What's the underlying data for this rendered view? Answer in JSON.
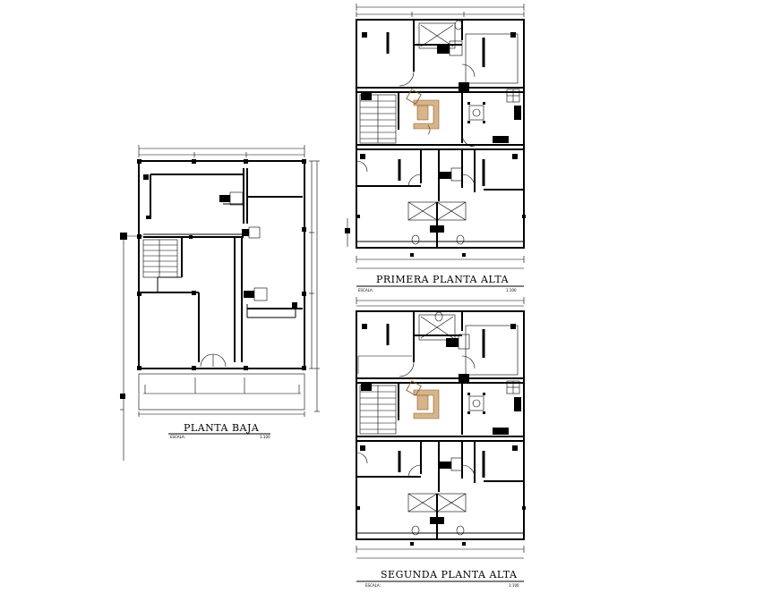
{
  "drawings": {
    "ground": {
      "title": "PLANTA BAJA",
      "scale_label": "ESCALA:",
      "scale_value": "1:100"
    },
    "first": {
      "title": "PRIMERA PLANTA ALTA",
      "scale_label": "ESCALA:",
      "scale_value": "1:100"
    },
    "second": {
      "title": "SEGUNDA PLANTA ALTA",
      "scale_label": "ESCALA:",
      "scale_value": "1:100"
    }
  }
}
